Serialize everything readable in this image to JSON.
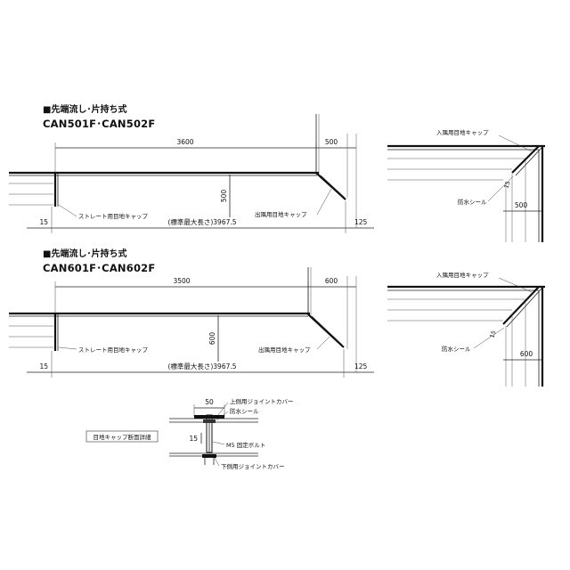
{
  "sections": [
    {
      "title": "■先端流し･片持ち式",
      "model": "CAN501F･CAN502F",
      "dims": {
        "span": "3600",
        "corner": "500",
        "height": "500",
        "left": "15",
        "right": "125",
        "total": "(標準最大長さ)3967.5",
        "side_15": "15",
        "side_width": "500"
      },
      "labels": {
        "straight_cap": "ストレート用目地キャップ",
        "outer_cap": "出隅用目地キャップ",
        "inner_cap": "入隅用目地キャップ",
        "seal": "防水シール"
      }
    },
    {
      "title": "■先端流し･片持ち式",
      "model": "CAN601F･CAN602F",
      "dims": {
        "span": "3500",
        "corner": "600",
        "height": "600",
        "left": "15",
        "right": "125",
        "total": "(標準最大長さ)3967.5",
        "side_15": "15",
        "side_width": "600"
      },
      "labels": {
        "straight_cap": "ストレート用目地キャップ",
        "outer_cap": "出隅用目地キャップ",
        "inner_cap": "入隅用目地キャップ",
        "seal": "防水シール"
      }
    }
  ],
  "detail": {
    "box_label": "目地キャップ断面詳細",
    "width": "50",
    "gap": "15",
    "upper_cover": "上側用ジョイントカバー",
    "seal": "防水シール",
    "bolt": "M5 固定ボルト",
    "lower_cover": "下側用ジョイントカバー"
  }
}
